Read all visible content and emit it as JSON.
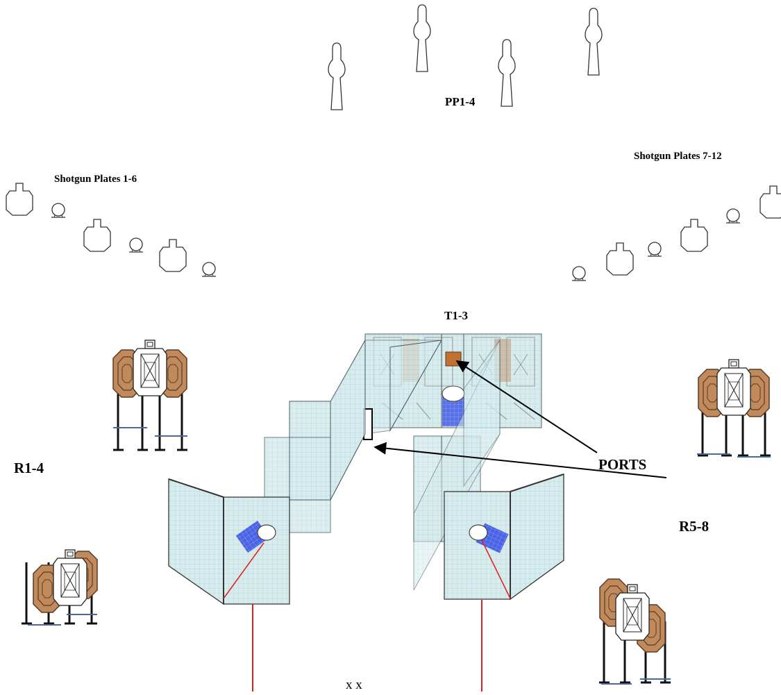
{
  "labels": {
    "pp": "PP1-4",
    "shotgun_left": "Shotgun Plates 1-6",
    "shotgun_right": "Shotgun Plates 7-12",
    "t_targets": "T1-3",
    "ports": "PORTS",
    "r_left": "R1-4",
    "r_right": "R5-8",
    "start_marks": "x x"
  },
  "colors": {
    "panel_fill": "#d6ecee",
    "panel_grid": "#b3d3d8",
    "panel_stroke": "#4a5a60",
    "barrel_blue": "#4a63e6",
    "steel_tan": "#c08a5c",
    "fault_line": "#e0201a"
  }
}
